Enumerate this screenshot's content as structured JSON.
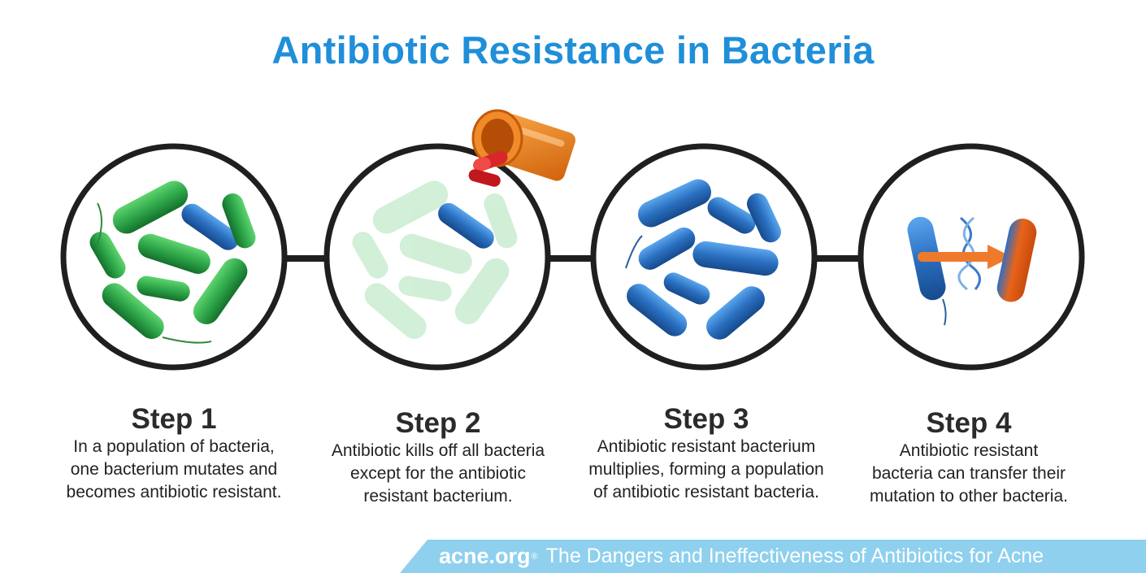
{
  "title": "Antibiotic Resistance in Bacteria",
  "steps": [
    {
      "heading": "Step 1",
      "text": "In a population of bacteria,\none bacterium mutates and\nbecomes antibiotic resistant."
    },
    {
      "heading": "Step 2",
      "text": "Antibiotic kills off all bacteria\nexcept for the antibiotic\nresistant bacterium."
    },
    {
      "heading": "Step 3",
      "text": "Antibiotic resistant bacterium\nmultiplies, forming a population\nof antibiotic resistant bacteria."
    },
    {
      "heading": "Step 4",
      "text": "Antibiotic resistant\nbacteria can transfer their\nmutation to other bacteria."
    }
  ],
  "footer": {
    "brand": "acne.org",
    "reg": "®",
    "text": "The Dangers and Ineffectiveness of Antibiotics for Acne"
  },
  "colors": {
    "title": "#1f8fd9",
    "green_bacteria": "#2fa84a",
    "blue_bacteria": "#2a6fc0",
    "orange_bacteria": "#e8641a",
    "footer_bar": "#8fd0ee"
  },
  "icons": [
    "bacteria-icon",
    "pill-bottle-icon",
    "dna-helix-icon",
    "arrow-icon"
  ]
}
